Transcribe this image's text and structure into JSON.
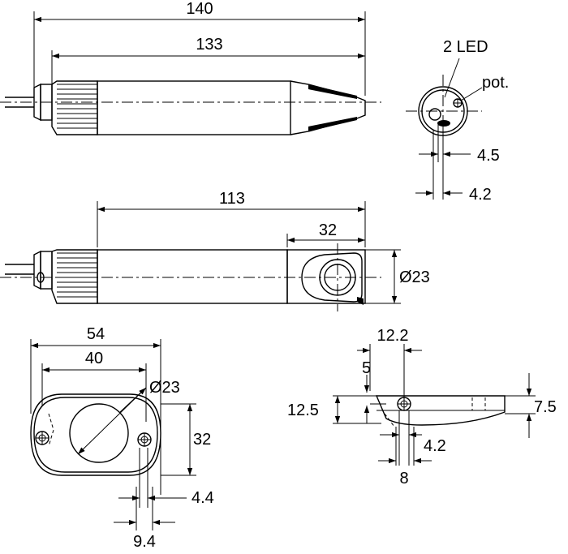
{
  "diagram": {
    "views": {
      "side_top": {
        "dims": {
          "overall": "140",
          "body": "133"
        }
      },
      "end": {
        "labels": {
          "led": "2 LED",
          "pot": "pot."
        },
        "dims": {
          "a": "4.5",
          "b": "4.2"
        }
      },
      "side_bottom": {
        "dims": {
          "length": "113",
          "head": "32",
          "diameter": "Ø23"
        }
      },
      "bracket_top": {
        "dims": {
          "outer": "54",
          "inner": "40",
          "bore": "Ø23",
          "height": "32",
          "slot": "4.4",
          "hole_width": "9.4"
        }
      },
      "bracket_side": {
        "dims": {
          "offset": "12.2",
          "step": "5",
          "total_height": "12.5",
          "thickness": "7.5",
          "hole": "4.2",
          "hole_span": "8"
        }
      }
    },
    "colors": {
      "ink": "#000000",
      "paper": "#ffffff"
    }
  }
}
